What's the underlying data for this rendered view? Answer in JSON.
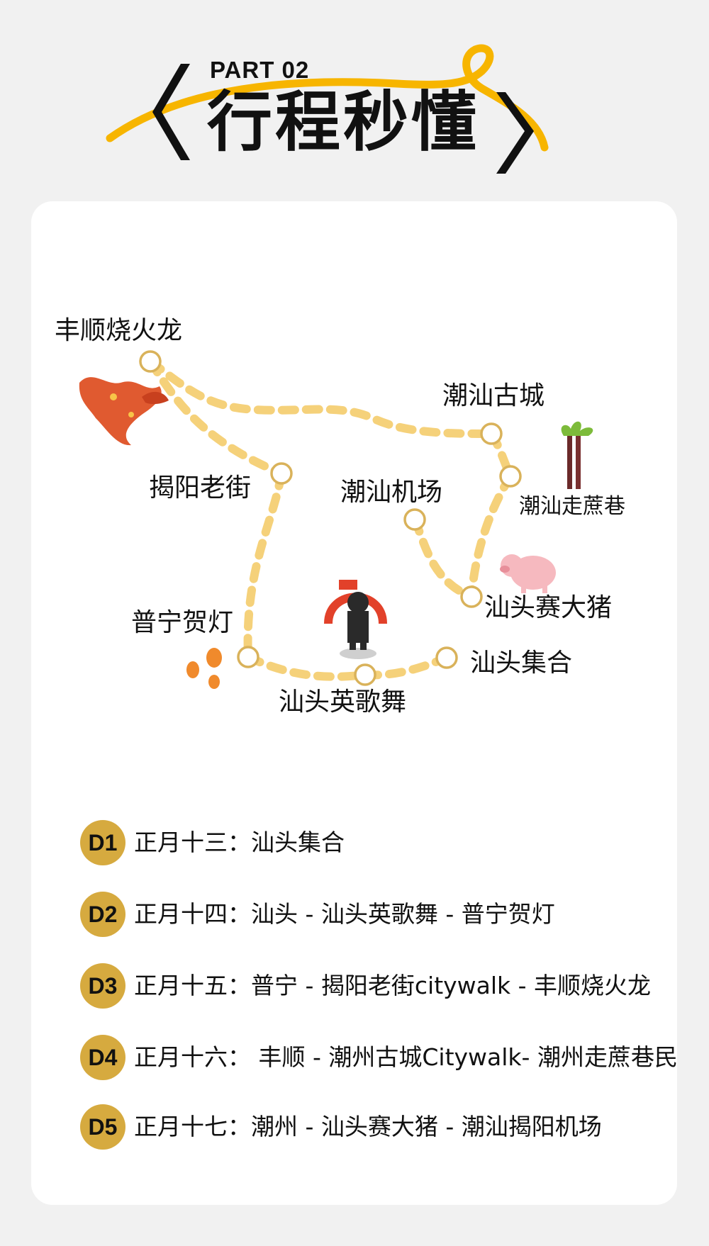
{
  "header": {
    "part": "PART 02",
    "title": "行程秒懂"
  },
  "map": {
    "labels": {
      "fengshun": "丰顺烧火龙",
      "jieyang": "揭阳老街",
      "puning": "普宁贺灯",
      "yingge": "汕头英歌舞",
      "gathering": "汕头集合",
      "airport": "潮汕机场",
      "oldcity": "潮汕古城",
      "sugarcane": "潮汕走蔗巷",
      "pig": "汕头赛大猪"
    },
    "icons": [
      "dragon-icon",
      "sugarcane-icon",
      "pig-icon",
      "yingge-dancer-icon",
      "lantern-icon"
    ],
    "colors": {
      "route": "#f5d17a",
      "node": "#d9b25a",
      "accent": "#f7b500"
    }
  },
  "itinerary": [
    {
      "day": "D1",
      "text": "正月十三：汕头集合"
    },
    {
      "day": "D2",
      "text": "正月十四：汕头 - 汕头英歌舞 - 普宁贺灯"
    },
    {
      "day": "D3",
      "text": "正月十五：普宁 - 揭阳老街citywalk - 丰顺烧火龙"
    },
    {
      "day": "D4",
      "text": "正月十六： 丰顺 - 潮州古城Citywalk- 潮州走蔗巷民"
    },
    {
      "day": "D5",
      "text": "正月十七：潮州 - 汕头赛大猪 - 潮汕揭阳机场"
    }
  ]
}
